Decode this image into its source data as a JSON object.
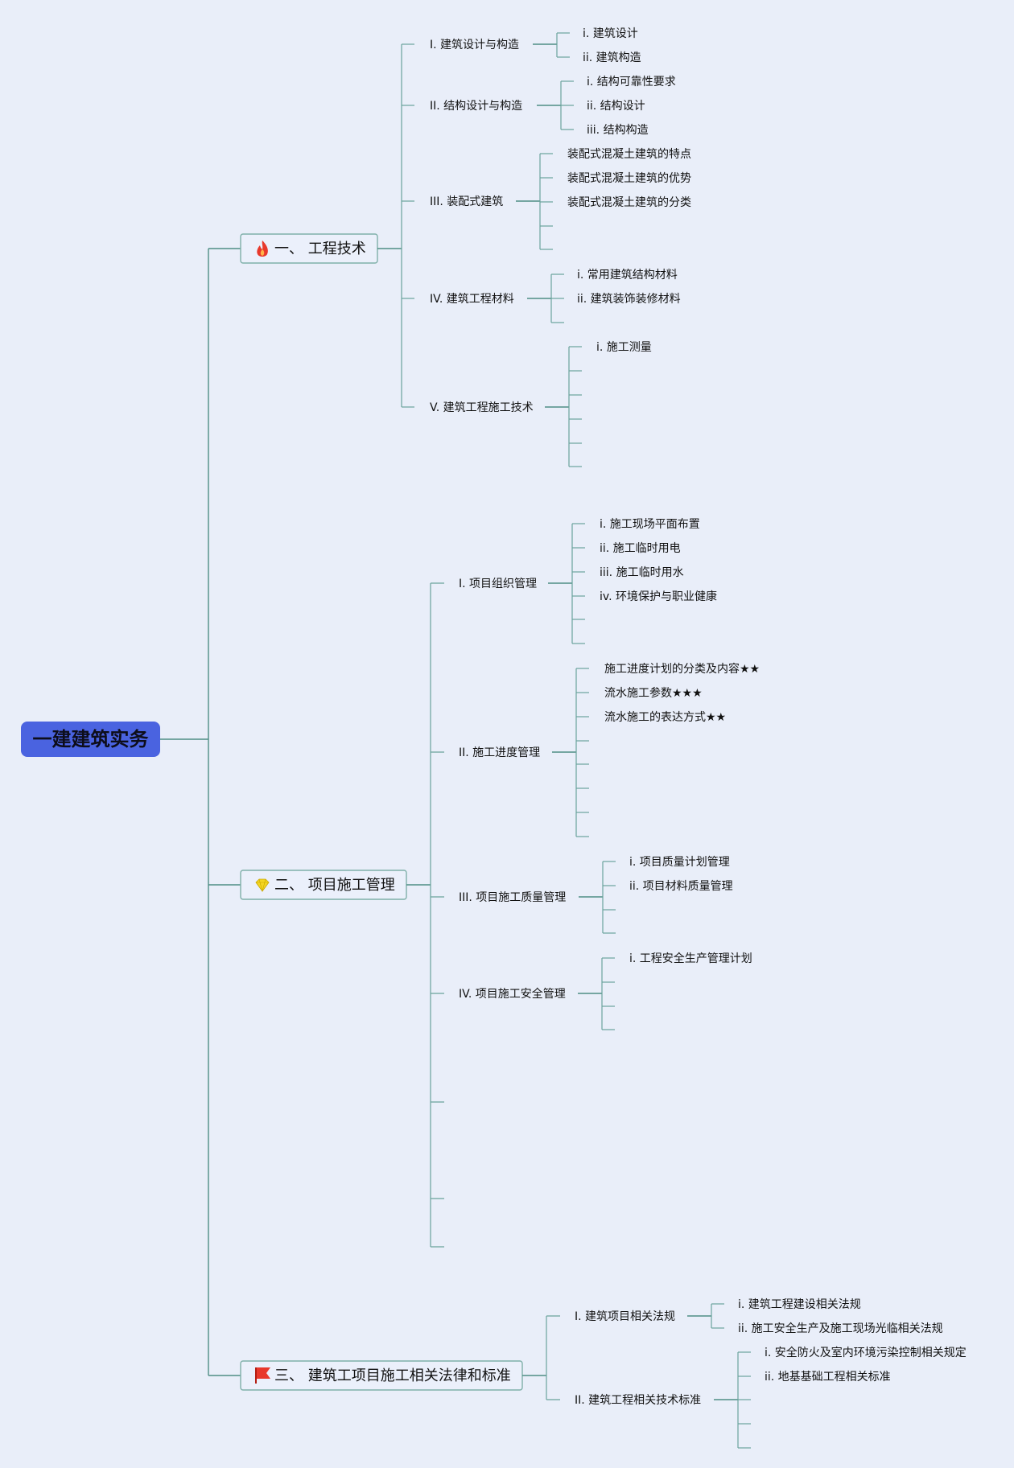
{
  "root": {
    "label": "一建建筑实务"
  },
  "sections": [
    {
      "label": "一、 工程技术",
      "icon": "fire-icon",
      "items": [
        {
          "label": "I. 建筑设计与构造",
          "children": [
            "i. 建筑设计",
            "ii. 建筑构造"
          ]
        },
        {
          "label": "II. 结构设计与构造",
          "children": [
            "i. 结构可靠性要求",
            "ii. 结构设计",
            "iii. 结构构造"
          ]
        },
        {
          "label": "III. 装配式建筑",
          "children": [
            "装配式混凝土建筑的特点",
            "装配式混凝土建筑的优势",
            "装配式混凝土建筑的分类",
            "",
            ""
          ]
        },
        {
          "label": "IV. 建筑工程材料",
          "children": [
            "i. 常用建筑结构材料",
            "ii. 建筑装饰装修材料",
            ""
          ]
        },
        {
          "label": "V. 建筑工程施工技术",
          "children": [
            "i. 施工测量",
            "",
            "",
            "",
            "",
            ""
          ]
        }
      ]
    },
    {
      "label": "二、 项目施工管理",
      "icon": "diamond-icon",
      "items": [
        {
          "label": "I. 项目组织管理",
          "children": [
            "i. 施工现场平面布置",
            "ii. 施工临时用电",
            "iii. 施工临时用水",
            "iv. 环境保护与职业健康",
            "",
            ""
          ]
        },
        {
          "label": "II. 施工进度管理",
          "children": [
            "施工进度计划的分类及内容★★",
            "流水施工参数★★★",
            "流水施工的表达方式★★",
            "",
            "",
            "",
            "",
            ""
          ]
        },
        {
          "label": "III. 项目施工质量管理",
          "children": [
            "i. 项目质量计划管理",
            "ii. 项目材料质量管理",
            "",
            ""
          ]
        },
        {
          "label": "IV. 项目施工安全管理",
          "children": [
            "i. 工程安全生产管理计划",
            "",
            "",
            ""
          ]
        },
        {
          "label": "",
          "children": []
        },
        {
          "label": "",
          "children": []
        },
        {
          "label": "",
          "children": []
        }
      ]
    },
    {
      "label": "三、 建筑工项目施工相关法律和标准",
      "icon": "flag-icon",
      "items": [
        {
          "label": "I. 建筑项目相关法规",
          "children": [
            "i. 建筑工程建设相关法规",
            "ii. 施工安全生产及施工现场光临相关法规"
          ]
        },
        {
          "label": "II. 建筑工程相关技术标准",
          "children": [
            "i. 安全防火及室内环境污染控制相关规定",
            "ii. 地基基础工程相关标准",
            "",
            "",
            ""
          ]
        }
      ]
    }
  ],
  "colors": {
    "background": "#e9eef9",
    "root_fill": "#4a63e0",
    "connector": "#4f8e86",
    "fire": "#e8382b",
    "diamond": "#f4d623",
    "flag": "#e8382b"
  }
}
